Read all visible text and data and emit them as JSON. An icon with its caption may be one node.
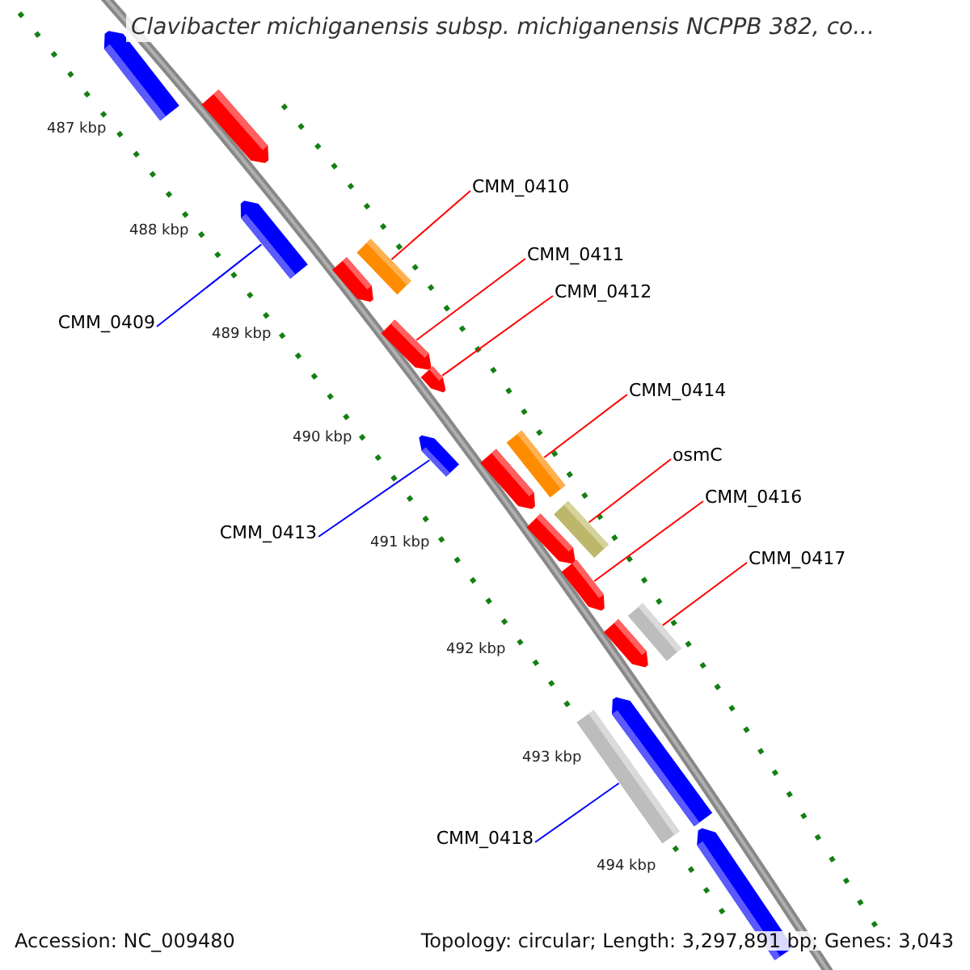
{
  "diagram": {
    "title": "Clavibacter michiganensis subsp. michiganensis NCPPB 382, co...",
    "nodes": [
      {
        "text": [],
        "shape": "bar"
      },
      {
        "text": [],
        "shape": "bar"
      },
      {
        "text": [],
        "shape": "bar"
      },
      {
        "text": [],
        "shape": "bar"
      },
      {
        "text": [],
        "shape": "bar"
      },
      {
        "text": [],
        "shape": "bar"
      },
      {
        "text": [],
        "shape": "bar"
      },
      {
        "text": [],
        "shape": "bar"
      },
      {
        "text": [],
        "shape": "bar"
      },
      {
        "text": [],
        "shape": "bar"
      },
      {
        "text": [],
        "shape": "bar"
      },
      {
        "text": [],
        "shape": "bar"
      },
      {
        "text": [],
        "shape": "bar"
      },
      {
        "text": [],
        "shape": "bar"
      },
      {
        "text": [],
        "shape": "bar"
      },
      {
        "text": [],
        "shape": "bar"
      },
      {
        "text": [],
        "shape": "bar"
      },
      {
        "text": [],
        "shape": "bar"
      },
      {
        "text": [
          "CMM_0410"
        ]
      },
      {
        "text": [
          "CMM_0411"
        ]
      },
      {
        "text": [
          "CMM_0412"
        ]
      },
      {
        "text": [
          "CMM_0409"
        ]
      },
      {
        "text": [
          "CMM_0414"
        ]
      },
      {
        "text": [
          "osmC"
        ]
      },
      {
        "text": [
          "CMM_0416"
        ]
      },
      {
        "text": [
          "CMM_0413"
        ]
      },
      {
        "text": [
          "CMM_0417"
        ]
      },
      {
        "text": [
          "CMM_0418"
        ]
      }
    ],
    "edges": [
      {
        "from": 18,
        "to": 4,
        "arrow": "none"
      },
      {
        "from": 19,
        "to": 5,
        "arrow": "none"
      },
      {
        "from": 20,
        "to": 6,
        "arrow": "none"
      },
      {
        "from": 21,
        "to": 2,
        "arrow": "none",
        "color": "#0000ff"
      },
      {
        "from": 22,
        "to": 9,
        "arrow": "none"
      },
      {
        "from": 23,
        "to": 10,
        "arrow": "none"
      },
      {
        "from": 24,
        "to": 12,
        "arrow": "none"
      },
      {
        "from": 25,
        "to": 7,
        "arrow": "none",
        "color": "#0000ff"
      },
      {
        "from": 26,
        "to": 14,
        "arrow": "none"
      },
      {
        "from": 27,
        "to": 15,
        "arrow": "none",
        "color": "#0000ff"
      }
    ],
    "labels": [
      "487 kbp",
      "488 kbp",
      "489 kbp",
      "490 kbp",
      "491 kbp",
      "492 kbp",
      "493 kbp",
      "494 kbp",
      "Accession: NC_009480",
      "Topology: circular; Length: 3,297,891 bp; Genes: 3,043"
    ]
  }
}
